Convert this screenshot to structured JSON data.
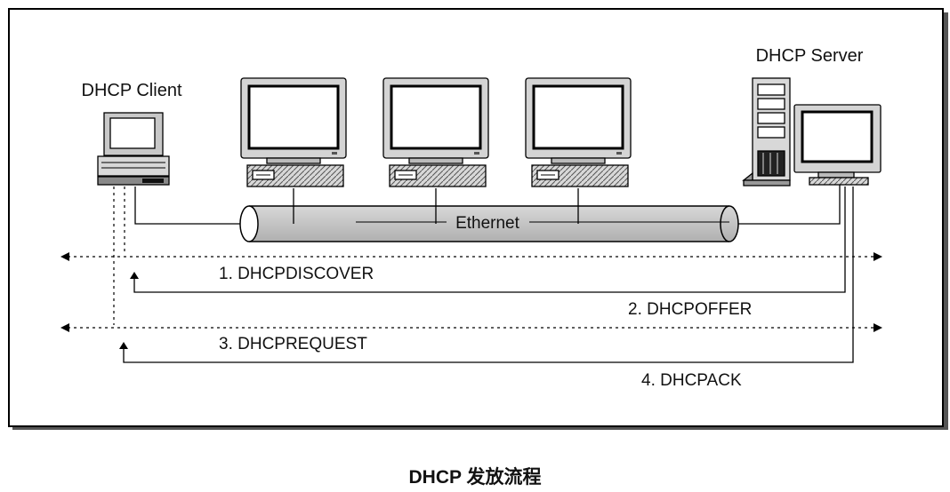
{
  "diagram": {
    "client_label": "DHCP Client",
    "server_label": "DHCP Server",
    "network_label": "Ethernet",
    "messages": [
      {
        "step": "1. DHCPDISCOVER"
      },
      {
        "step": "2. DHCPOFFER"
      },
      {
        "step": "3. DHCPREQUEST"
      },
      {
        "step": "4. DHCPACK"
      }
    ]
  },
  "caption": "DHCP 发放流程"
}
